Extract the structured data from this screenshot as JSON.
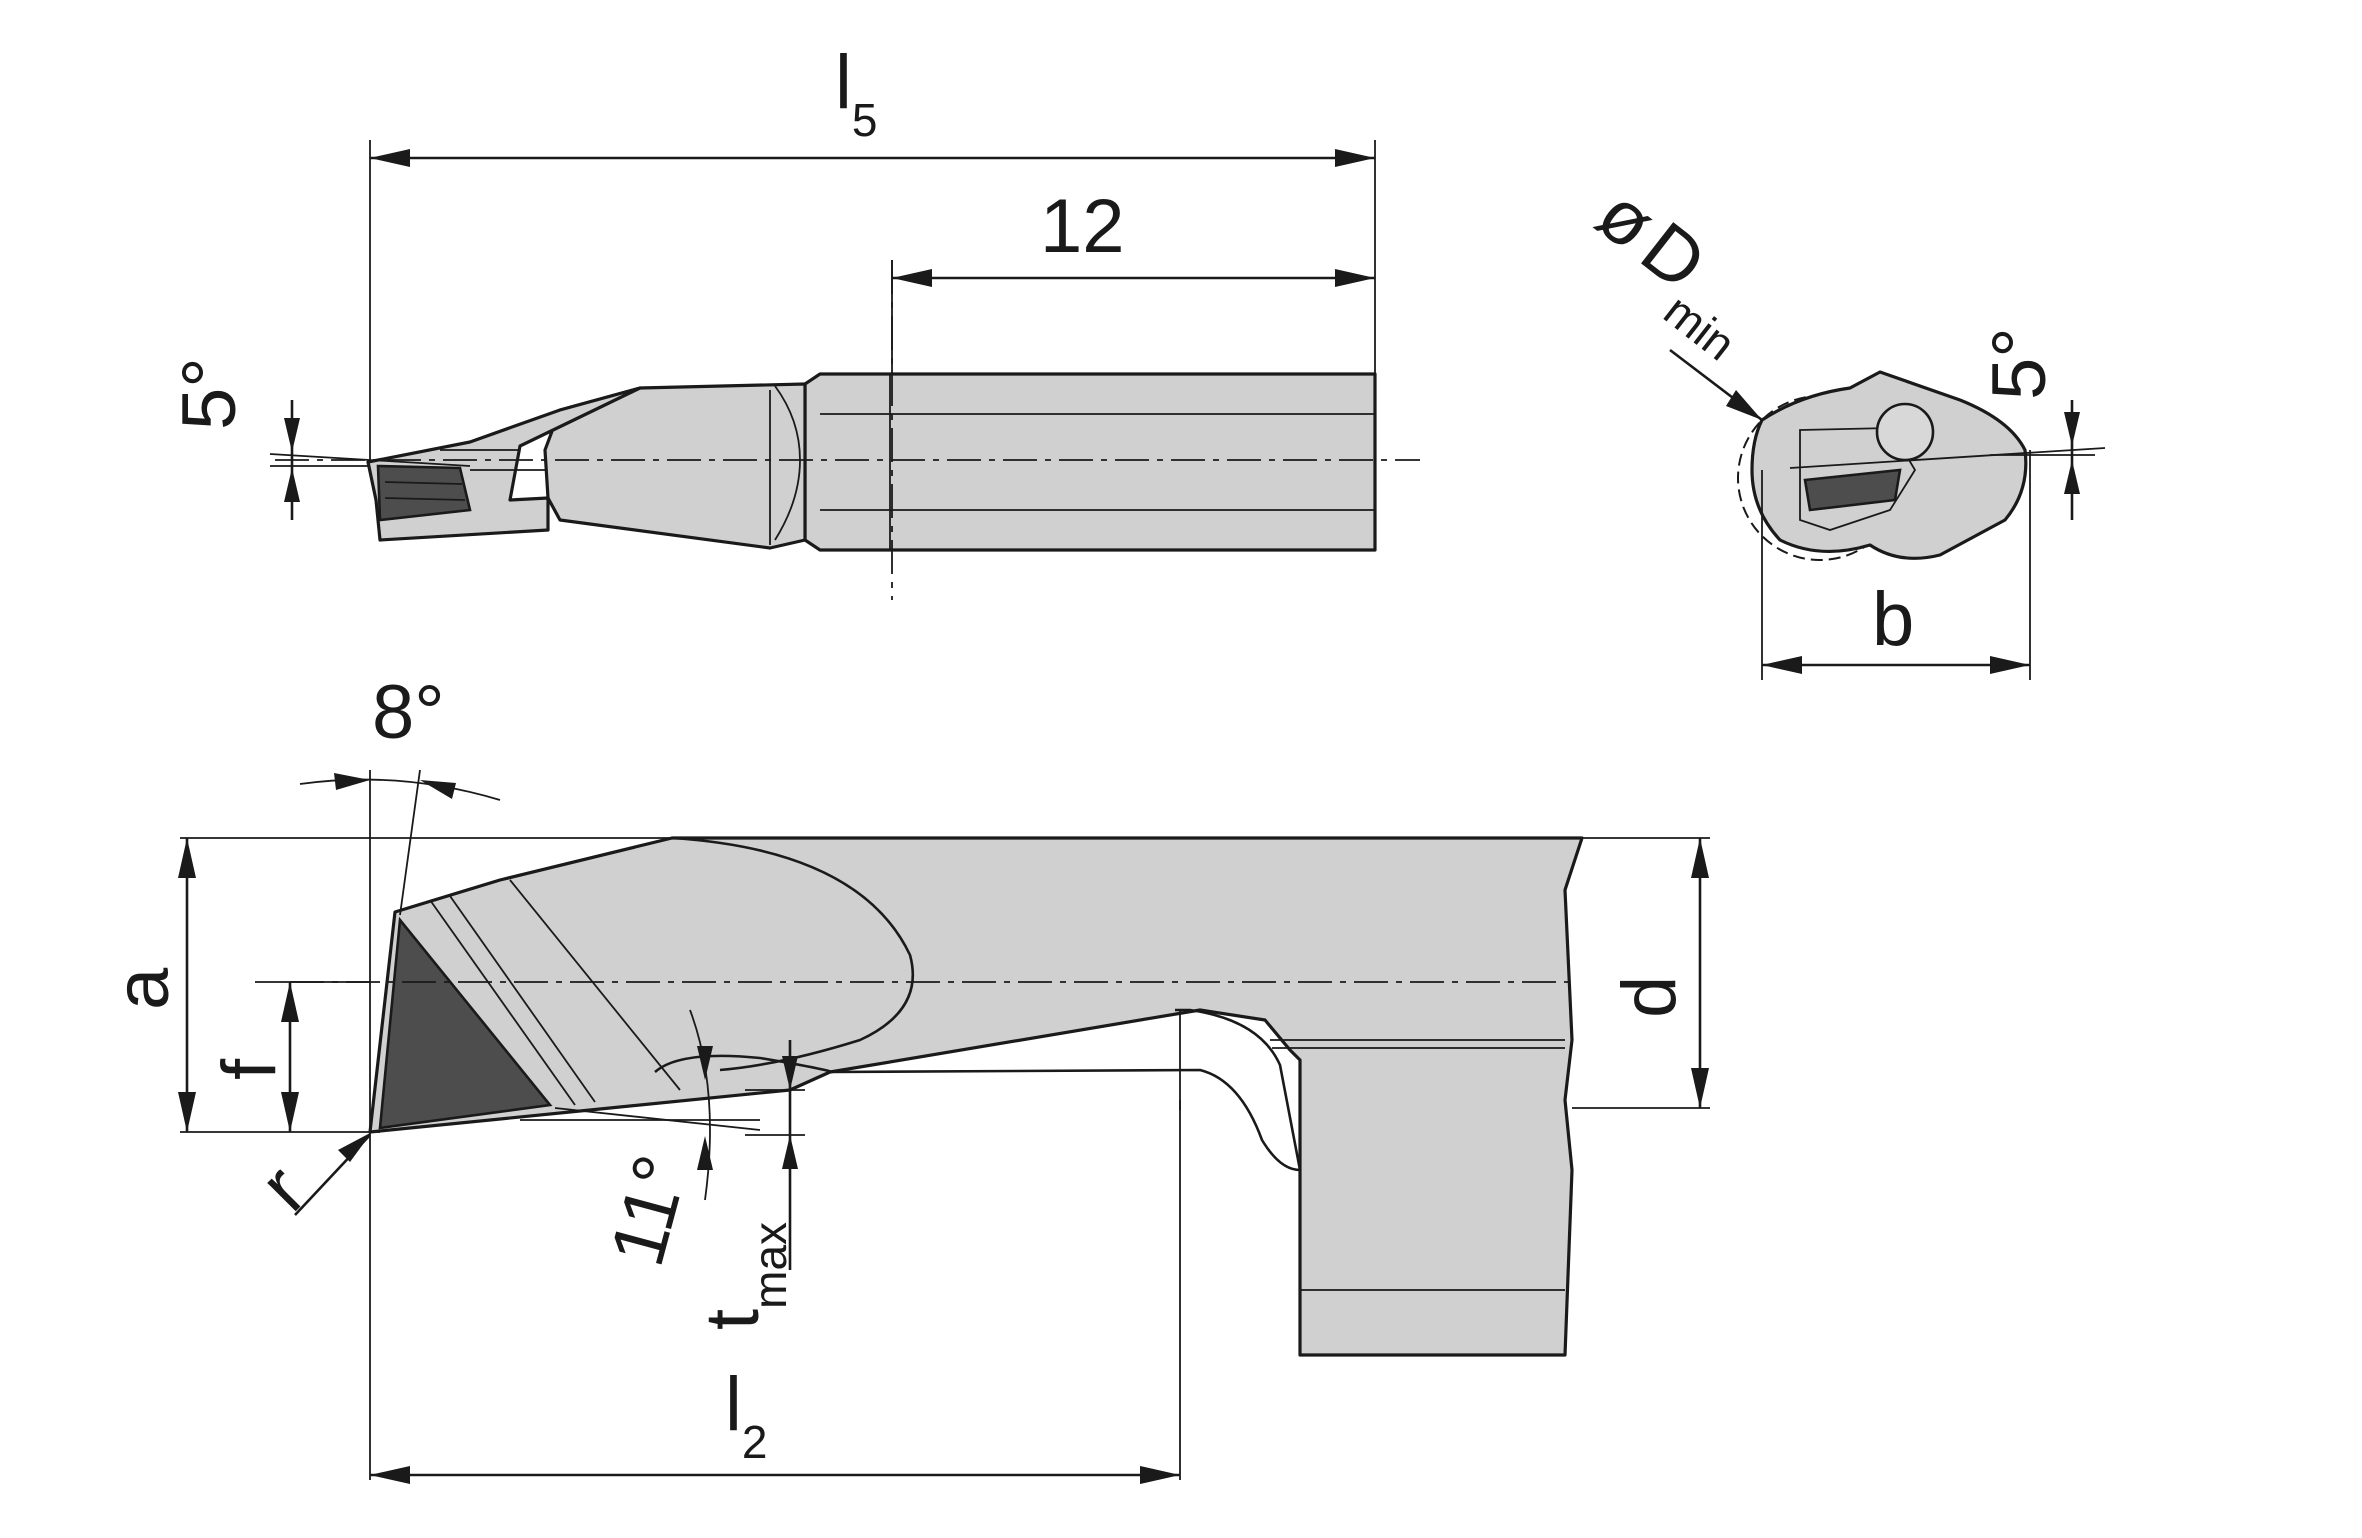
{
  "labels": {
    "l5": {
      "main": "l",
      "sub": "5"
    },
    "dim_12": "12",
    "angle_5_side": "5°",
    "angle_5_end": "5°",
    "diameter_symbol": "ø",
    "diameter": {
      "main": "D",
      "sub": "min"
    },
    "b": "b",
    "angle_8": "8°",
    "a": "a",
    "f": "f",
    "d": "d",
    "r": "r",
    "angle_11": "11°",
    "tmax": {
      "main": "t",
      "sub": "max"
    },
    "l2": {
      "main": "l",
      "sub": "2"
    }
  },
  "colors": {
    "body_fill": "#d0d0d0",
    "insert_fill": "#4d4d4d",
    "line": "#1a1a1a"
  }
}
